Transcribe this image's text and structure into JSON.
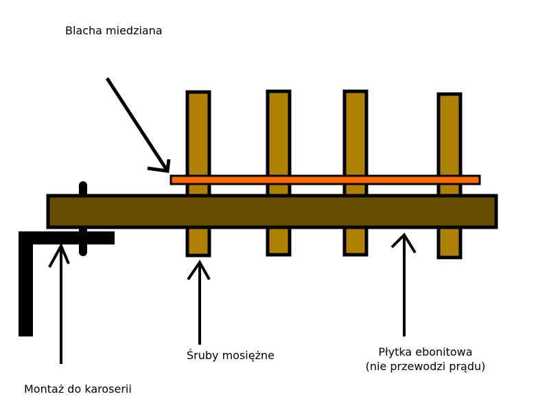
{
  "labels": {
    "copper_sheet": "Blacha miedziana",
    "brass_screws": "Śruby mosiężne",
    "ebonite_plate_line1": "Płytka ebonitowa",
    "ebonite_plate_line2": "(nie przewodzi prądu)",
    "body_mount": "Montaż do karoserii"
  },
  "colors": {
    "brass": "#B08000",
    "ebonite": "#664D00",
    "copper": "#FF6A00",
    "outline": "#000000"
  }
}
